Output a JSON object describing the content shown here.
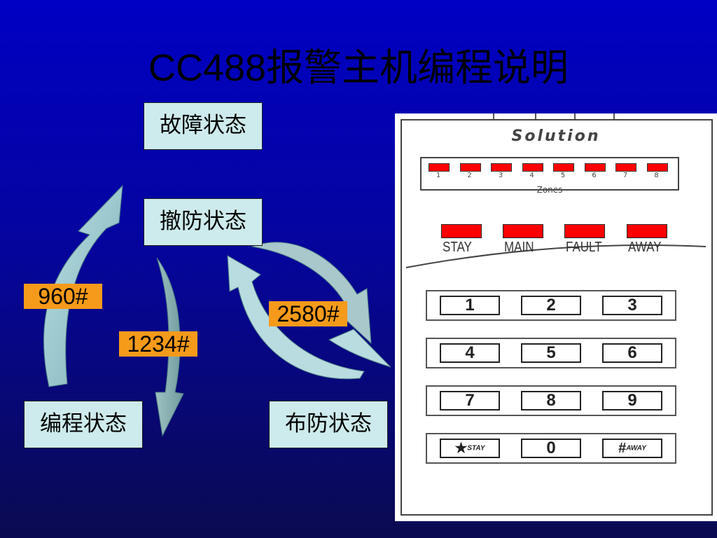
{
  "title": "CC488报警主机编程说明",
  "states": {
    "fault": "故障状态",
    "disarm": "撤防状态",
    "program": "编程状态",
    "arm": "布防状态"
  },
  "codes": {
    "enter_program": "960#",
    "exit_program": "1234#",
    "arm_disarm": "2580#"
  },
  "keypad": {
    "brand": "Solution",
    "zones_caption": "Zones",
    "zone_numbers": [
      "1",
      "2",
      "3",
      "4",
      "5",
      "6",
      "7",
      "8"
    ],
    "status_labels": [
      "STAY",
      "MAIN",
      "FAULT",
      "AWAY"
    ],
    "key_rows": [
      [
        "1",
        "2",
        "3"
      ],
      [
        "4",
        "5",
        "6"
      ],
      [
        "7",
        "8",
        "9"
      ],
      [
        "STAY",
        "0",
        "AWAY"
      ]
    ],
    "star_symbol": "★",
    "hash_symbol": "#",
    "led_color": "#ff0000"
  }
}
